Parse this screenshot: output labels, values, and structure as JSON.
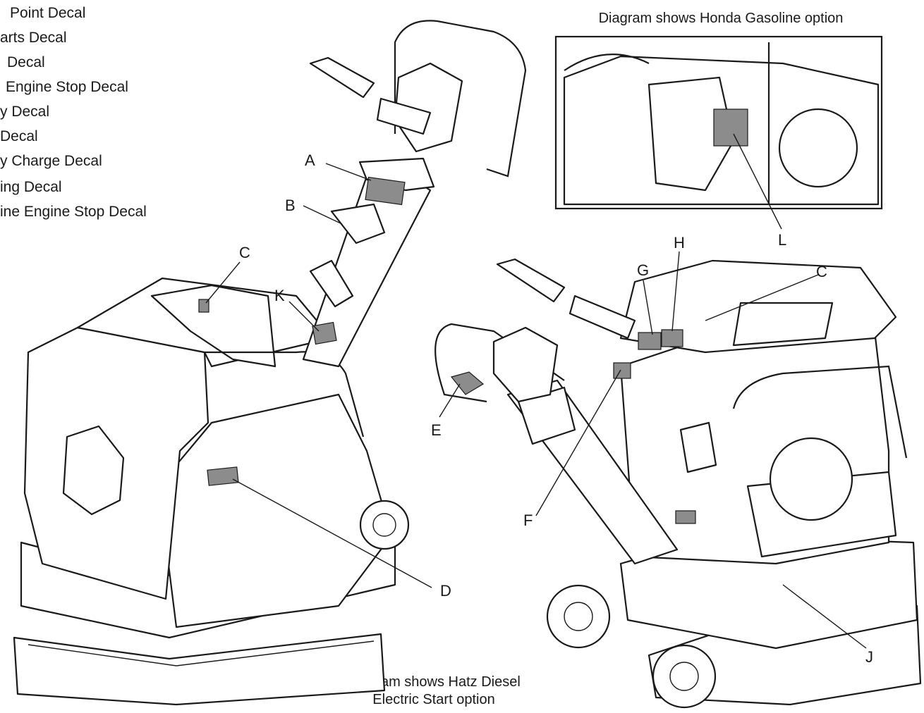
{
  "legend": [
    "Point Decal",
    "arts Decal",
    "Decal",
    "Engine Stop Decal",
    "y  Decal",
    "  Decal",
    "y Charge Decal",
    "ing  Decal",
    "ine Engine Stop Decal"
  ],
  "captions": {
    "honda": "Diagram shows Honda Gasoline option",
    "hatz_line1": "Diagram shows Hatz Diesel",
    "hatz_line2": "Electric Start option"
  },
  "callouts": {
    "A": "A",
    "B": "B",
    "C": "C",
    "C2": "C",
    "D": "D",
    "E": "E",
    "F": "F",
    "G": "G",
    "H": "H",
    "J": "J",
    "K": "K",
    "L": "L"
  },
  "colors": {
    "line": "#1a1a1a",
    "decal": "#8c8c8c",
    "background": "#ffffff"
  }
}
